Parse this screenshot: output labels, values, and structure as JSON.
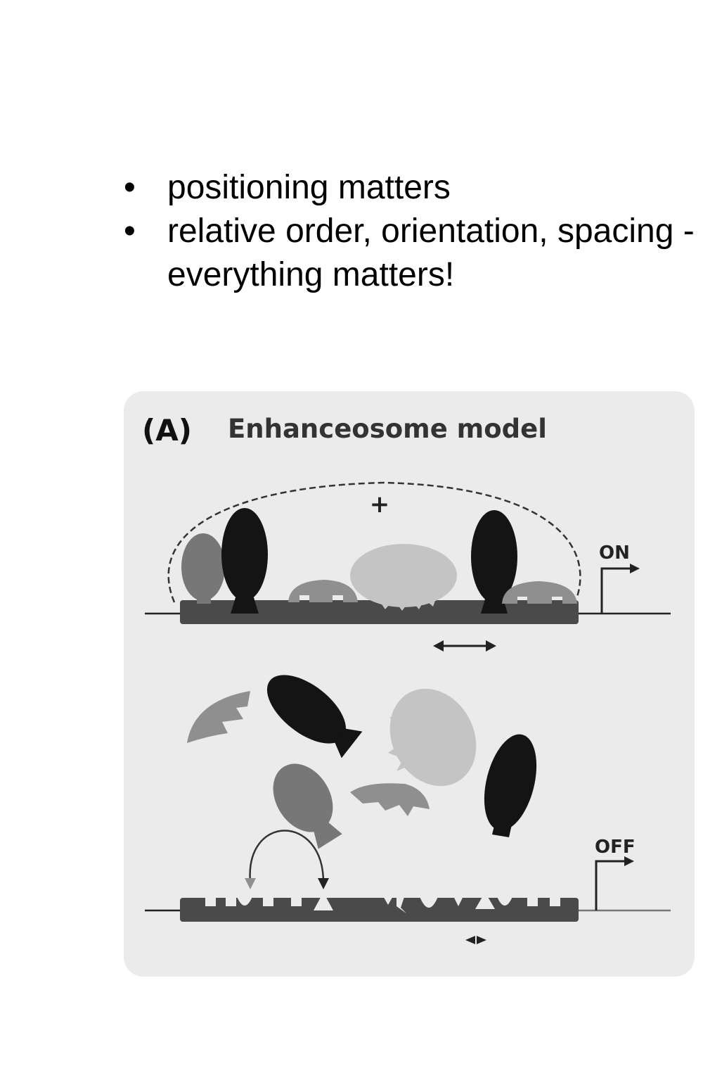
{
  "bullets": [
    {
      "marker": "•",
      "text": "positioning matters"
    },
    {
      "marker": "•",
      "text": "relative order, orientation, spacing - everything matters!"
    }
  ],
  "figure": {
    "panel_letter": "(A)",
    "panel_title": "Enhanceosome model",
    "plus_sign": "+",
    "on_label": "ON",
    "off_label": "OFF"
  },
  "colors": {
    "panel_bg": "#ebebeb",
    "dna_bar": "#4a4a4a",
    "black_protein": "#141414",
    "dark_gray_protein": "#777777",
    "mid_gray_protein": "#8f8f8f",
    "light_gray_protein": "#c4c4c4"
  }
}
